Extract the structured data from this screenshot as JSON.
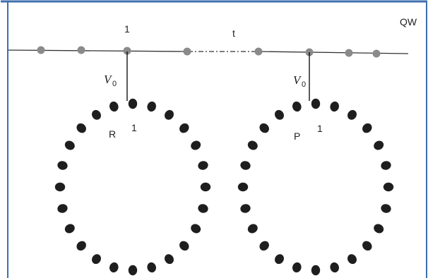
{
  "labels": {
    "qw": "QW",
    "chain_top_site": "1",
    "hopping": "t",
    "ring_left_name": "R",
    "ring_left_site": "1",
    "ring_right_name": "P",
    "ring_right_site": "1",
    "coupling_symbol": "V",
    "coupling_subscript": "0"
  },
  "colors": {
    "border": "#3d6fae",
    "chain_line": "#333333",
    "chain_dot": "#8a8a8a",
    "ring_dot": "#1e1e1e",
    "coupling_line": "#000000"
  }
}
